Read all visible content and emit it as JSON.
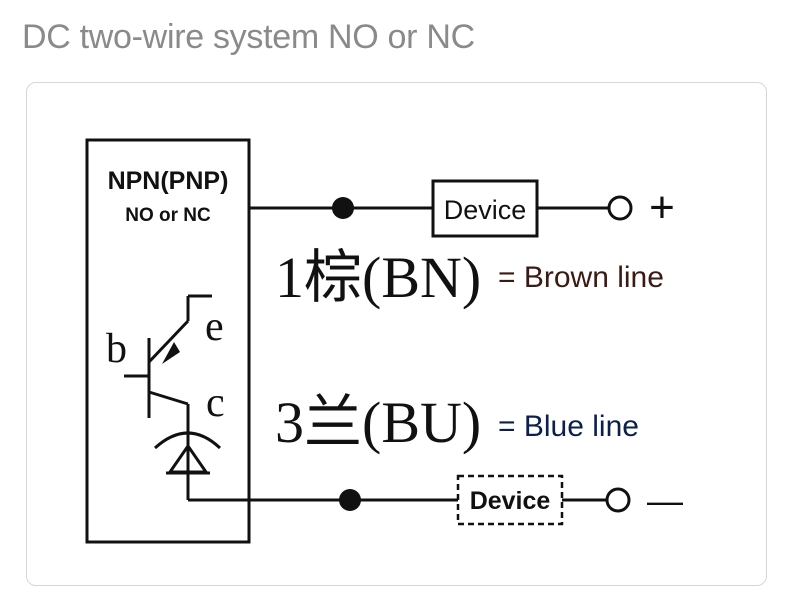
{
  "title": "DC two-wire system NO or NC",
  "diagram": {
    "sensor": {
      "type_label": "NPN(PNP)",
      "mode_label": "NO or NC",
      "terminal_b": "b",
      "terminal_e": "e",
      "terminal_c": "c"
    },
    "top_line": {
      "device_label": "Device",
      "polarity": "+",
      "wire_number_label": "1棕(BN)",
      "wire_description": "= Brown line",
      "description_color": "#3a1a12"
    },
    "bottom_line": {
      "device_label": "Device",
      "polarity": "—",
      "wire_number_label": "3兰(BU)",
      "wire_description": "= Blue line",
      "description_color": "#0d1f4d"
    }
  }
}
